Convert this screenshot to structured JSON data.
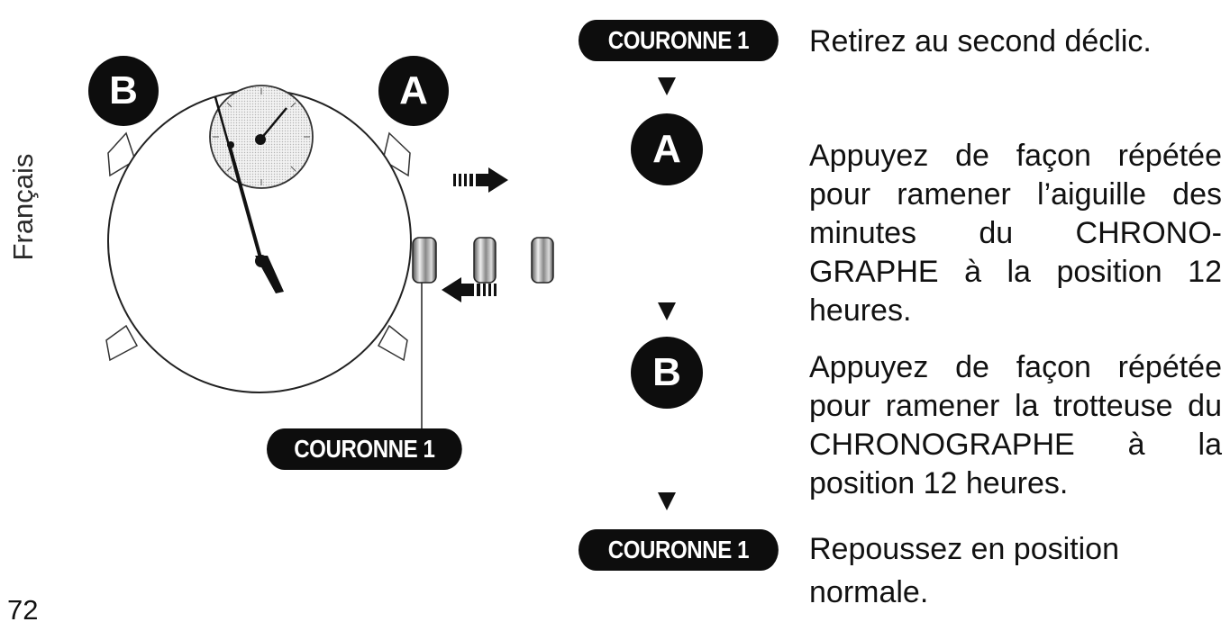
{
  "sidebar": {
    "language": "Français"
  },
  "page": {
    "number": "72"
  },
  "diagram": {
    "button_b": "B",
    "button_a": "A",
    "crown_label": "COURONNE 1"
  },
  "steps": [
    {
      "badge": "COURONNE 1",
      "text": "Retirez au second déclic."
    },
    {
      "badge": "A",
      "text": "Appuyez de façon répétée pour ramener l’aiguille des minutes du CHRONO-GRAPHE à la position 12 heures."
    },
    {
      "badge": "B",
      "text": "Appuyez de façon répétée pour ramener la trotteuse du CHRONOGRAPHE à la position 12 heures."
    },
    {
      "badge": "COURONNE 1",
      "text": "Repoussez en position normale."
    }
  ],
  "colors": {
    "ink": "#0d0d0d",
    "paper": "#ffffff",
    "dial_fill": "#e8e8e8"
  }
}
